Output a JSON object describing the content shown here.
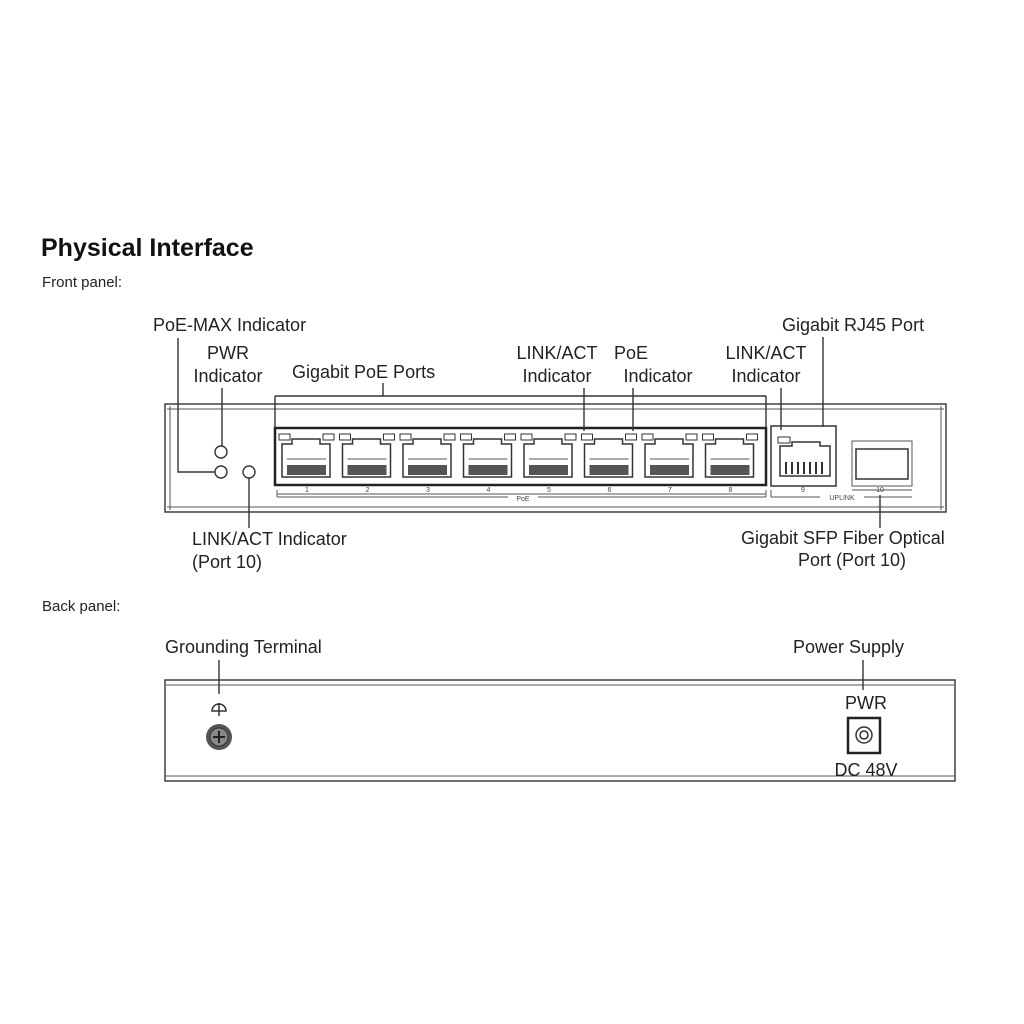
{
  "title": "Physical Interface",
  "front_panel": {
    "heading": "Front panel:",
    "labels": {
      "poe_max": "PoE-MAX Indicator",
      "pwr_line1": "PWR",
      "pwr_line2": "Indicator",
      "poe_ports": "Gigabit PoE Ports",
      "linkact_line1": "LINK/ACT",
      "linkact_line2": "Indicator",
      "poe_ind_line1": "PoE",
      "poe_ind_line2": "Indicator",
      "linkact9_line1": "LINK/ACT",
      "linkact9_line2": "Indicator",
      "rj45": "Gigabit RJ45 Port",
      "linkact10_line1": "LINK/ACT Indicator",
      "linkact10_line2": "(Port 10)",
      "sfp_line1": "Gigabit SFP Fiber Optical",
      "sfp_line2": "Port  (Port 10)"
    },
    "port_numbers": [
      "1",
      "2",
      "3",
      "4",
      "5",
      "6",
      "7",
      "8",
      "9",
      "10"
    ],
    "group_poe": "PoE",
    "group_uplink": "UPLINK"
  },
  "back_panel": {
    "heading": "Back panel:",
    "grounding": "Grounding Terminal",
    "power_supply": "Power Supply",
    "pwr": "PWR",
    "voltage": "DC 48V"
  }
}
